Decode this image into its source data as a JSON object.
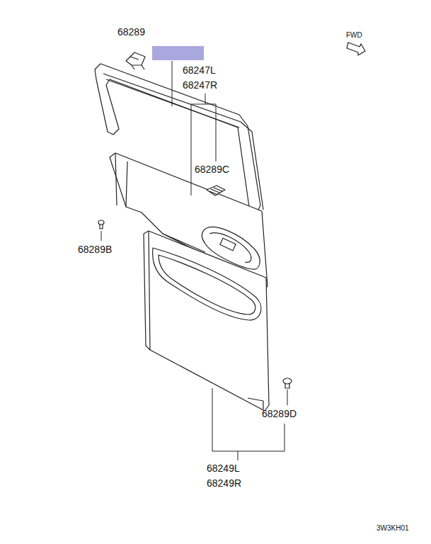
{
  "diagram": {
    "labels": [
      "68289",
      "68247L",
      "68247R",
      "FWD",
      "68289C",
      "68289B",
      "68289D",
      "68249L",
      "68249R",
      "3W3KH01"
    ]
  }
}
